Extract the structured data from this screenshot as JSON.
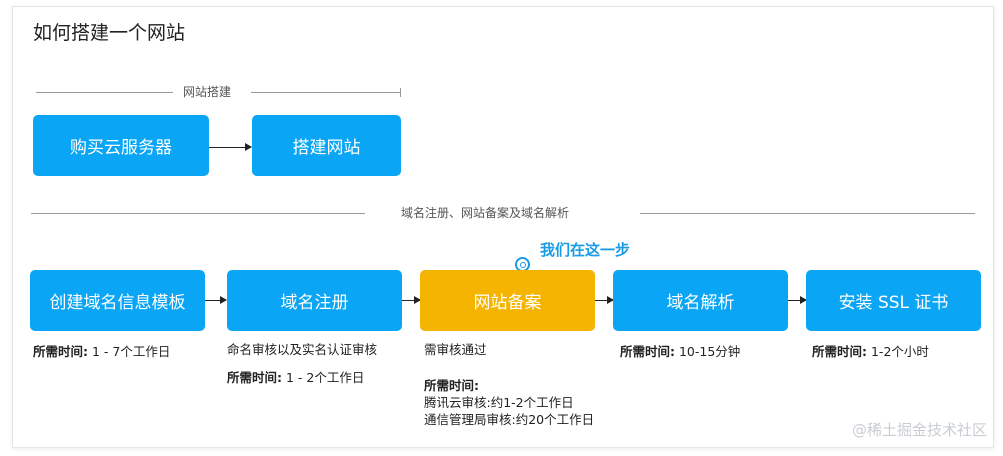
{
  "title": "如何搭建一个网站",
  "section1": {
    "label": "网站搭建",
    "boxes": [
      "购买云服务器",
      "搭建网站"
    ]
  },
  "section2": {
    "label": "域名注册、网站备案及域名解析",
    "boxes": [
      "创建域名信息模板",
      "域名注册",
      "网站备案",
      "域名解析",
      "安装 SSL 证书"
    ]
  },
  "callout": "我们在这一步",
  "notes": {
    "template_time_label": "所需时间:",
    "template_time_value": "1 - 7个工作日",
    "register_desc": "命名审核以及实名认证审核",
    "register_time_label": "所需时间:",
    "register_time_value": "1 - 2个工作日",
    "filing_desc": "需审核通过",
    "filing_time_label": "所需时间:",
    "filing_line1": "腾讯云审核:约1-2个工作日",
    "filing_line2": "通信管理局审核:约20个工作日",
    "resolve_time_label": "所需时间:",
    "resolve_time_value": "10-15分钟",
    "ssl_time_label": "所需时间:",
    "ssl_time_value": "1-2个小时"
  },
  "watermark": "@稀土掘金技术社区",
  "colors": {
    "box_blue": "#0aa6f5",
    "box_highlight": "#f5b400",
    "callout_blue": "#1a9be6"
  }
}
